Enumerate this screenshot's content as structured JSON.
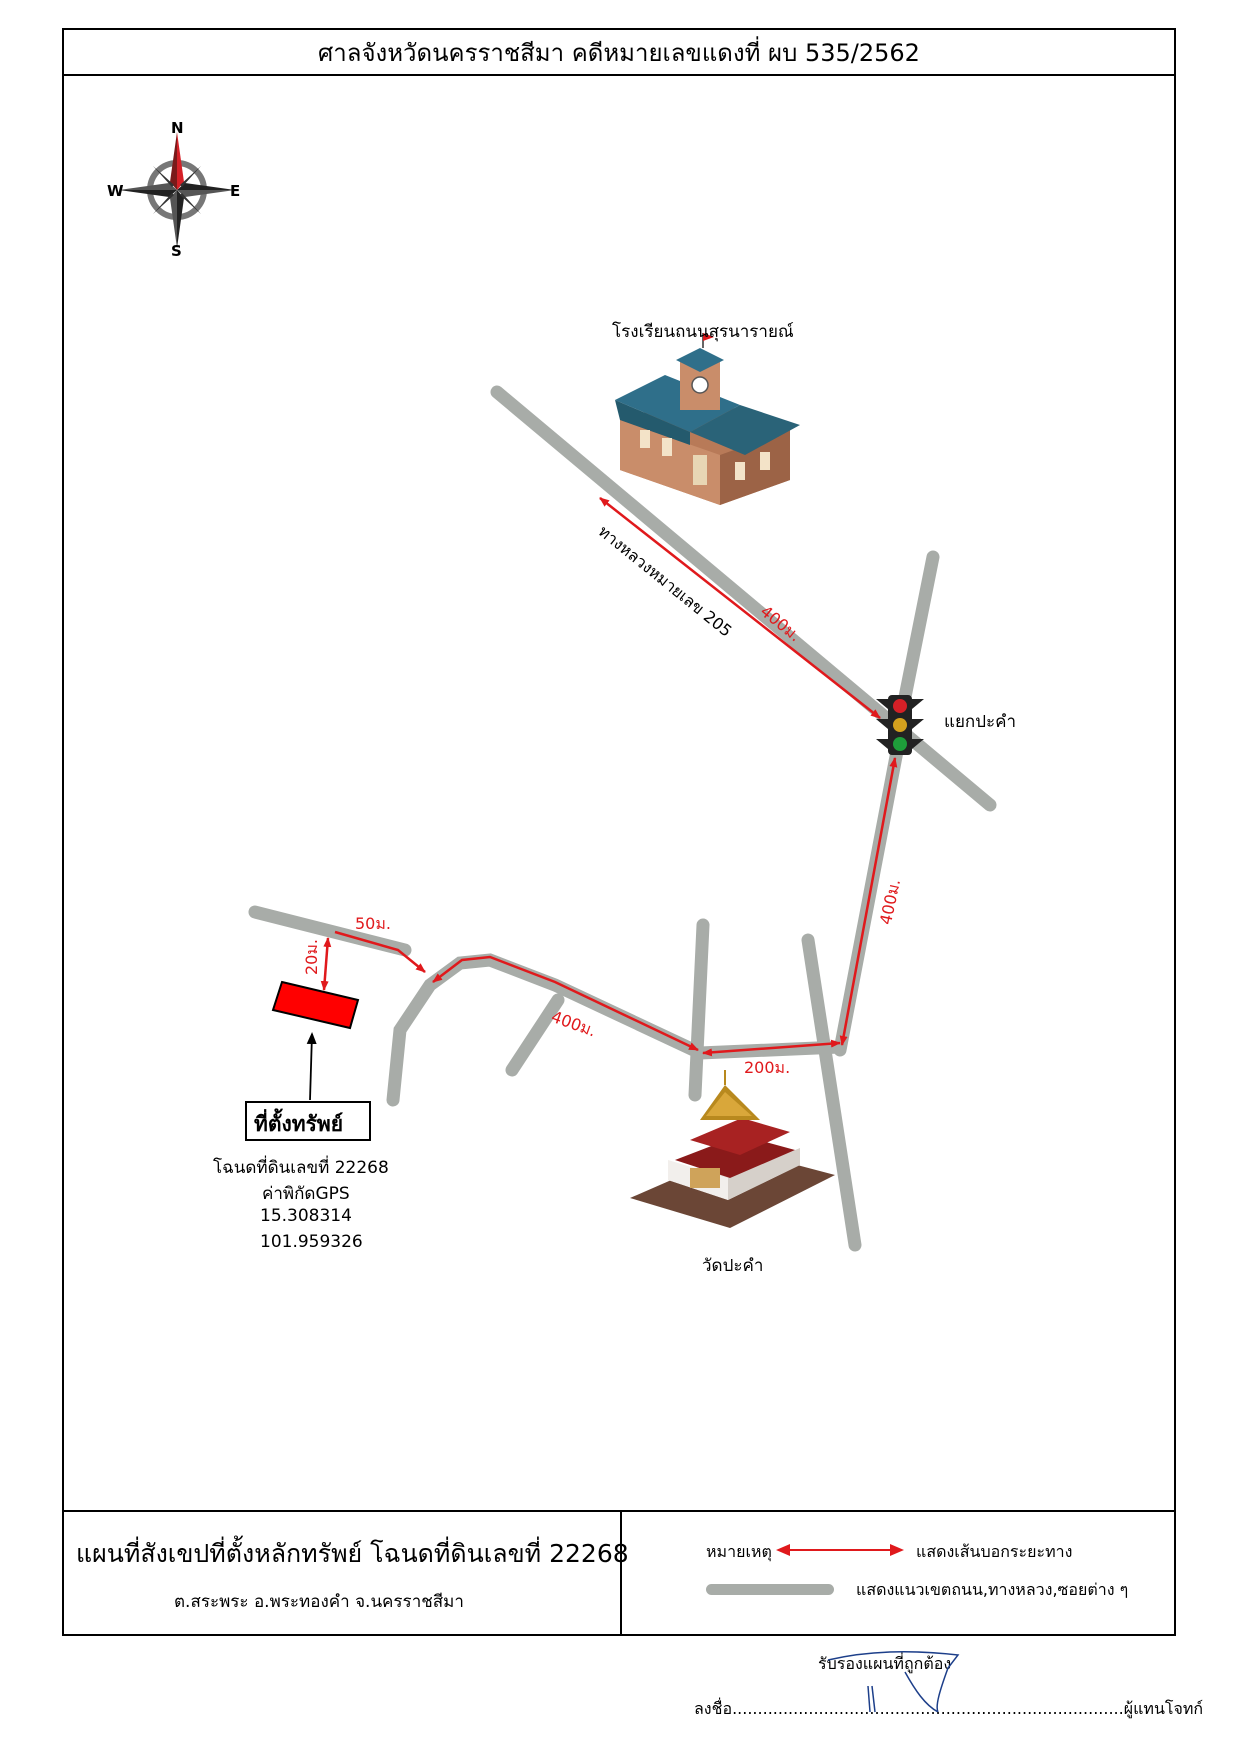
{
  "header": {
    "title": "ศาลจังหวัดนครราชสีมา คดีหมายเลขแดงที่ ผบ 535/2562"
  },
  "compass": {
    "n": "N",
    "s": "S",
    "e": "E",
    "w": "W"
  },
  "landmarks": {
    "school": "โรงเรียนถนนสุรนารายณ์",
    "intersection": "แยกปะคำ",
    "temple": "วัดปะคำ"
  },
  "roads": {
    "highway": "ทางหลวงหมายเลข 205"
  },
  "distances": {
    "d1": "400ม.",
    "d2": "400ม.",
    "d3": "400ม.",
    "d4": "200ม.",
    "d5": "50ม.",
    "d6": "20ม."
  },
  "property": {
    "label": "ที่ตั้งทรัพย์",
    "deed": "โฉนดที่ดินเลขที่ 22268",
    "gps_label": "ค่าพิกัดGPS",
    "lat": "15.308314",
    "lon": "101.959326"
  },
  "footer": {
    "title": "แผนที่สังเขปที่ตั้งหลักทรัพย์ โฉนดที่ดินเลขที่ 22268",
    "subtitle": "ต.สระพระ  อ.พระทองคำ  จ.นครราชสีมา",
    "legend_label": "หมายเหตุ",
    "legend_arrow": "แสดงเส้นบอกระยะทาง",
    "legend_road": "แสดงแนวเขตถนน,ทางหลวง,ซอยต่าง ๆ"
  },
  "signature": {
    "certify": "รับรองแผนที่ถูกต้อง",
    "sign_line": "ลงชื่อ.............................................................................ผู้แทนโจทก์"
  },
  "colors": {
    "road": "#a8aca8",
    "arrow": "#e0191c",
    "property": "#ff0000"
  }
}
